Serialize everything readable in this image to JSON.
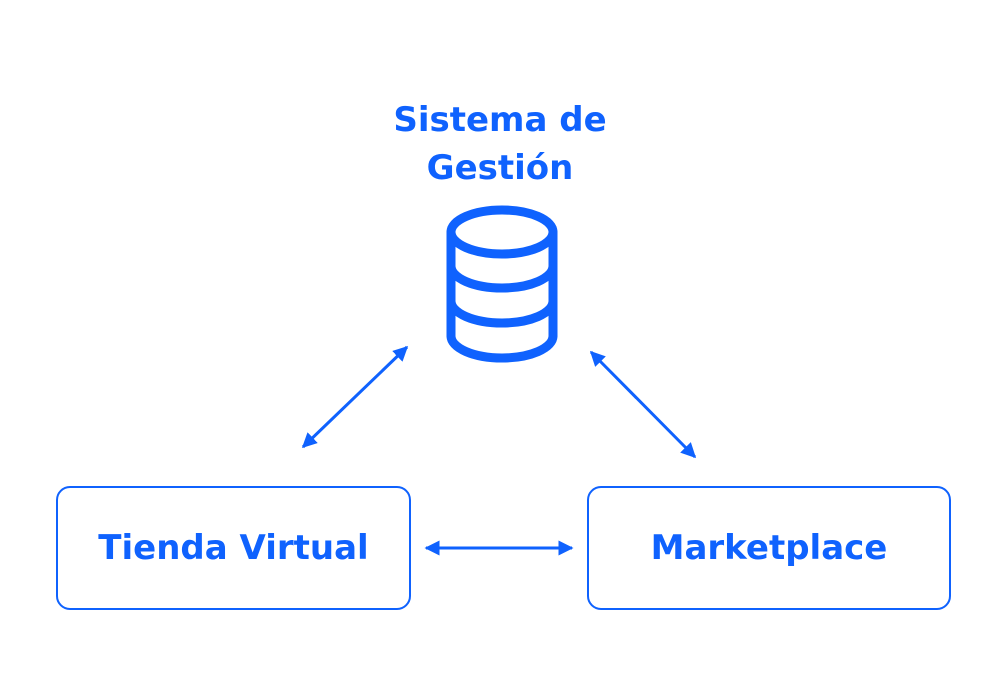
{
  "diagram": {
    "title_lines": [
      "Sistema de",
      "Gestión"
    ],
    "central_icon": "database-icon",
    "nodes": {
      "left": "Tienda Virtual",
      "right": "Marketplace"
    },
    "connections": [
      {
        "from": "Sistema de Gestión",
        "to": "Tienda Virtual",
        "direction": "bidirectional"
      },
      {
        "from": "Sistema de Gestión",
        "to": "Marketplace",
        "direction": "bidirectional"
      },
      {
        "from": "Tienda Virtual",
        "to": "Marketplace",
        "direction": "bidirectional"
      }
    ]
  },
  "colors": {
    "accent": "#0F62FE",
    "background": "#FFFFFF"
  }
}
